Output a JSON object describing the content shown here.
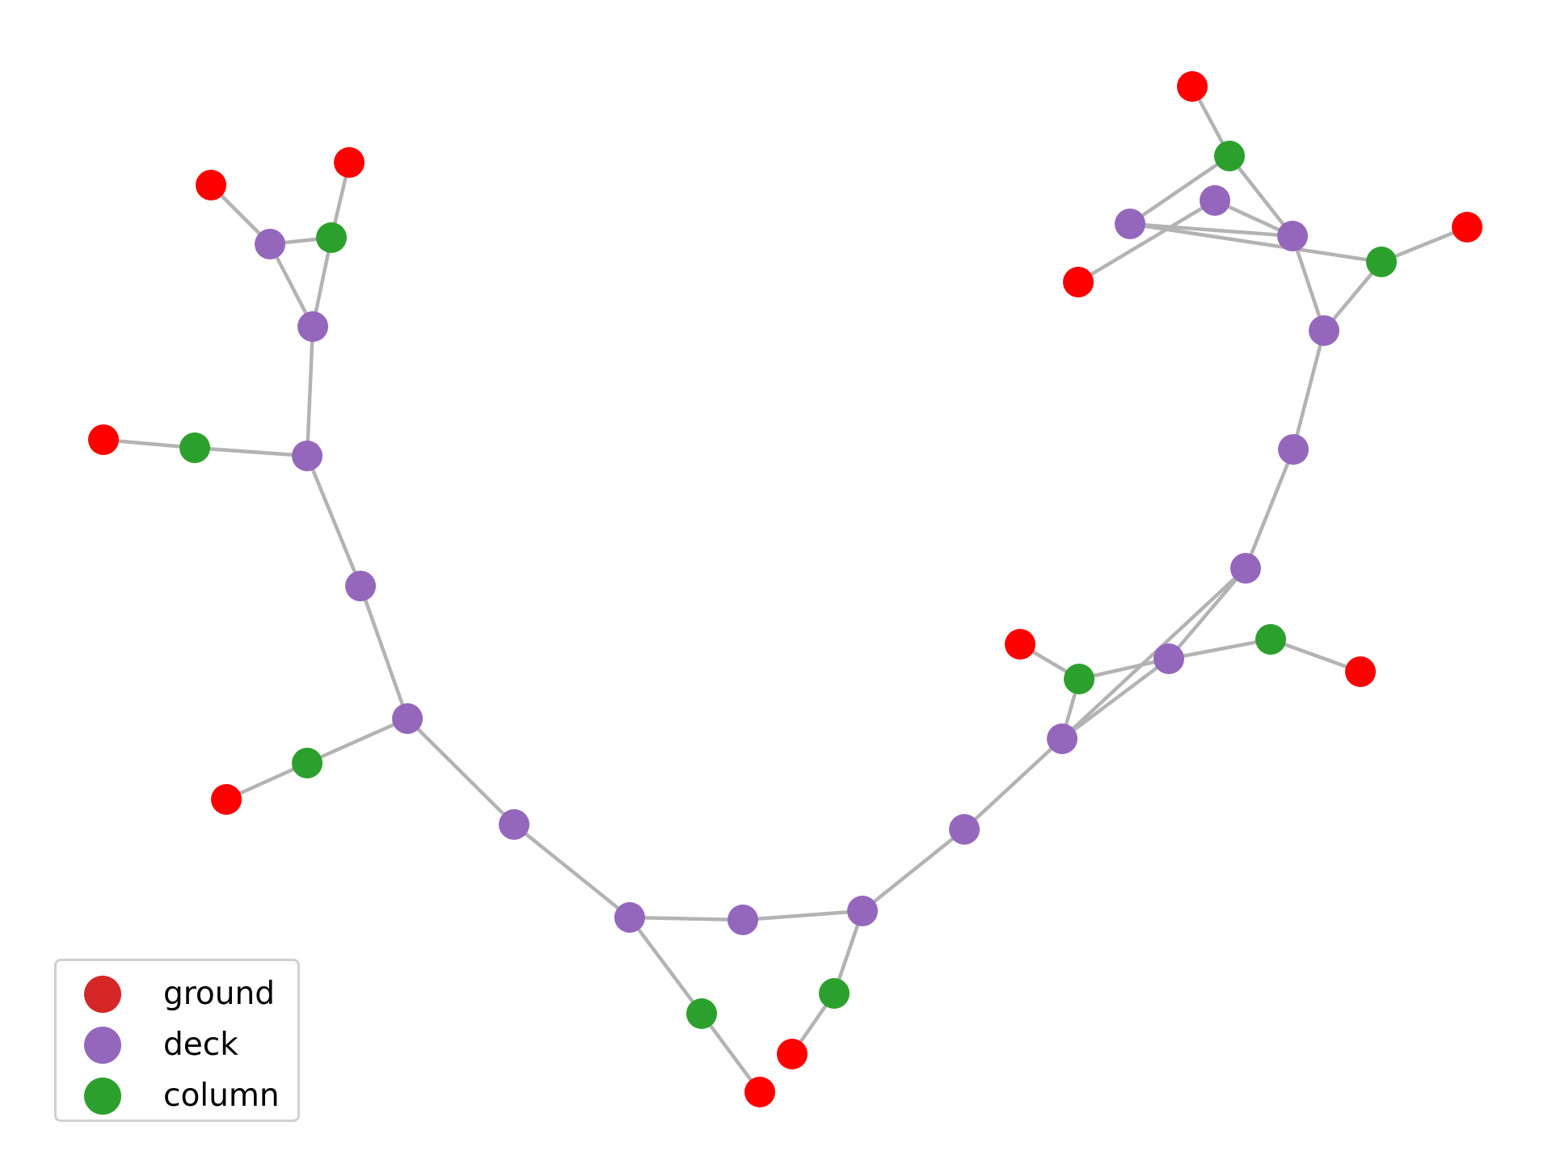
{
  "legend": {
    "items": [
      {
        "label": "ground",
        "type": "ground",
        "color": "#d62728"
      },
      {
        "label": "deck",
        "type": "deck",
        "color": "#9467bd"
      },
      {
        "label": "column",
        "type": "column",
        "color": "#2ca02c"
      }
    ]
  },
  "colors": {
    "ground": "#ff0000",
    "deck": "#9467bd",
    "column": "#2ca02c",
    "edge": "#b3b3b3"
  },
  "graph": {
    "nodes": [
      {
        "id": "n1",
        "type": "ground"
      },
      {
        "id": "n2",
        "type": "ground"
      },
      {
        "id": "n3",
        "type": "deck"
      },
      {
        "id": "n4",
        "type": "column"
      },
      {
        "id": "n5",
        "type": "deck"
      },
      {
        "id": "n6",
        "type": "ground"
      },
      {
        "id": "n7",
        "type": "column"
      },
      {
        "id": "n8",
        "type": "deck"
      },
      {
        "id": "n9",
        "type": "deck"
      },
      {
        "id": "n10",
        "type": "deck"
      },
      {
        "id": "n11",
        "type": "column"
      },
      {
        "id": "n12",
        "type": "ground"
      },
      {
        "id": "n13",
        "type": "deck"
      },
      {
        "id": "n14",
        "type": "deck"
      },
      {
        "id": "n15",
        "type": "deck"
      },
      {
        "id": "n16",
        "type": "deck"
      },
      {
        "id": "n17",
        "type": "column"
      },
      {
        "id": "n18",
        "type": "ground"
      },
      {
        "id": "n19",
        "type": "column"
      },
      {
        "id": "n20",
        "type": "ground"
      },
      {
        "id": "n21",
        "type": "deck"
      },
      {
        "id": "n22",
        "type": "deck"
      },
      {
        "id": "n23",
        "type": "column"
      },
      {
        "id": "n24",
        "type": "ground"
      },
      {
        "id": "n25",
        "type": "deck"
      },
      {
        "id": "n26",
        "type": "column"
      },
      {
        "id": "n27",
        "type": "ground"
      },
      {
        "id": "n28",
        "type": "deck"
      },
      {
        "id": "n29",
        "type": "deck"
      },
      {
        "id": "n30",
        "type": "deck"
      },
      {
        "id": "n31",
        "type": "column"
      },
      {
        "id": "n32",
        "type": "ground"
      },
      {
        "id": "n33",
        "type": "deck"
      },
      {
        "id": "n34",
        "type": "deck"
      },
      {
        "id": "n35",
        "type": "column"
      },
      {
        "id": "n36",
        "type": "ground"
      },
      {
        "id": "n37",
        "type": "deck"
      },
      {
        "id": "n38",
        "type": "ground"
      }
    ],
    "edges": [
      [
        "n1",
        "n3"
      ],
      [
        "n3",
        "n4"
      ],
      [
        "n4",
        "n2"
      ],
      [
        "n3",
        "n5"
      ],
      [
        "n4",
        "n5"
      ],
      [
        "n5",
        "n8"
      ],
      [
        "n6",
        "n7"
      ],
      [
        "n7",
        "n8"
      ],
      [
        "n8",
        "n9"
      ],
      [
        "n9",
        "n10"
      ],
      [
        "n10",
        "n11"
      ],
      [
        "n11",
        "n12"
      ],
      [
        "n10",
        "n13"
      ],
      [
        "n13",
        "n14"
      ],
      [
        "n14",
        "n15"
      ],
      [
        "n15",
        "n16"
      ],
      [
        "n14",
        "n17"
      ],
      [
        "n17",
        "n18"
      ],
      [
        "n16",
        "n19"
      ],
      [
        "n19",
        "n20"
      ],
      [
        "n16",
        "n21"
      ],
      [
        "n21",
        "n22"
      ],
      [
        "n22",
        "n23"
      ],
      [
        "n23",
        "n24"
      ],
      [
        "n22",
        "n25"
      ],
      [
        "n25",
        "n26"
      ],
      [
        "n26",
        "n27"
      ],
      [
        "n25",
        "n28"
      ],
      [
        "n28",
        "n29"
      ],
      [
        "n29",
        "n30"
      ],
      [
        "n30",
        "n31"
      ],
      [
        "n31",
        "n32"
      ],
      [
        "n30",
        "n34"
      ],
      [
        "n33",
        "n34"
      ],
      [
        "n33",
        "n38"
      ],
      [
        "n34",
        "n35"
      ],
      [
        "n35",
        "n36"
      ],
      [
        "n34",
        "n37"
      ],
      [
        "n35",
        "n37"
      ],
      [
        "n37",
        "n31"
      ],
      [
        "n22",
        "n28"
      ],
      [
        "n25",
        "n23"
      ]
    ]
  }
}
